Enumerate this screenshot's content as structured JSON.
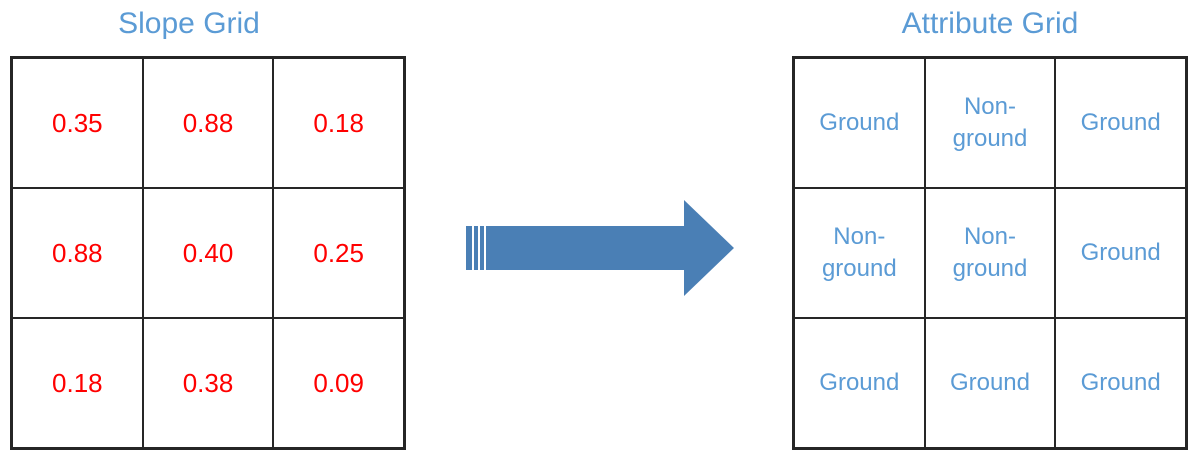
{
  "slope_grid": {
    "title": "Slope Grid",
    "rows": [
      [
        "0.35",
        "0.88",
        "0.18"
      ],
      [
        "0.88",
        "0.40",
        "0.25"
      ],
      [
        "0.18",
        "0.38",
        "0.09"
      ]
    ]
  },
  "attribute_grid": {
    "title": "Attribute Grid",
    "rows": [
      [
        "Ground",
        "Non-\nground",
        "Ground"
      ],
      [
        "Non-\nground",
        "Non-\nground",
        "Ground"
      ],
      [
        "Ground",
        "Ground",
        "Ground"
      ]
    ]
  },
  "colors": {
    "title_blue": "#5b9bd5",
    "value_red": "#ff0000",
    "arrow_fill": "#4a7fb5",
    "grid_line": "#262626"
  },
  "icons": {
    "arrow": "right-arrow-icon"
  }
}
